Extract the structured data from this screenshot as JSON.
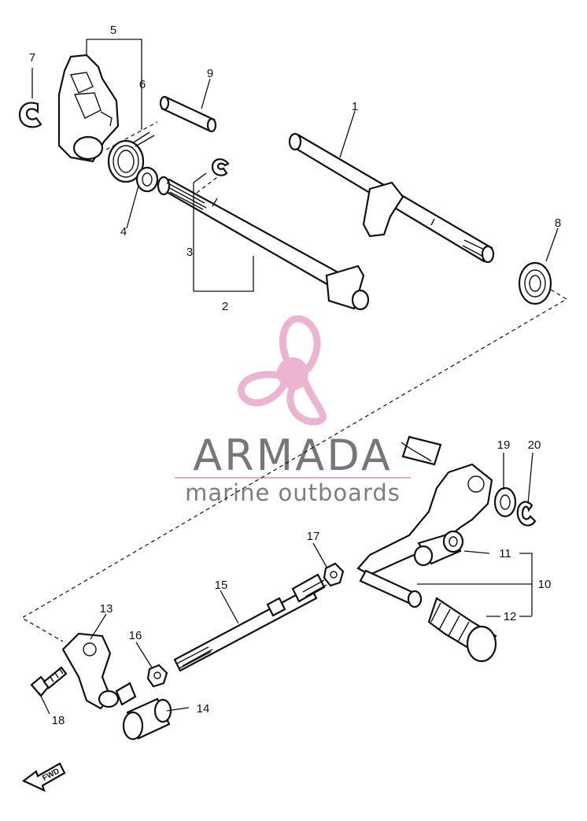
{
  "callouts": {
    "c1": "1",
    "c2": "2",
    "c3": "3",
    "c4": "4",
    "c5": "5",
    "c6": "6",
    "c7": "7",
    "c8": "8",
    "c9": "9",
    "c10": "10",
    "c11": "11",
    "c12": "12",
    "c13": "13",
    "c14": "14",
    "c15": "15",
    "c16": "16",
    "c17": "17",
    "c18": "18",
    "c19": "19",
    "c20": "20"
  },
  "watermark": {
    "brand": "ARMADA",
    "tagline": "marine outboards",
    "logo_color": "#e8a7c8",
    "text_color": "#777777"
  },
  "fwd_label": "FWD"
}
